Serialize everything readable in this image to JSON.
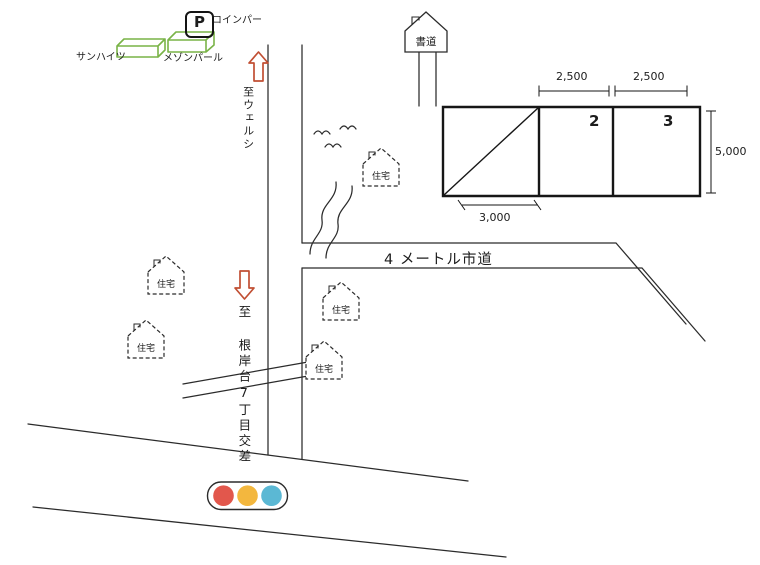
{
  "labels": {
    "parking_p": "P",
    "coin_parking": "コインパー",
    "sun_heights": "サンハイツ",
    "maison_pearl": "メゾンパール",
    "to_welcia": "至ウェルシ",
    "shodo": "書道",
    "house": "住宅",
    "road_4m": "4 メートル市道",
    "to_negishidai": "至 根岸台7丁目交差"
  },
  "lot": {
    "dim_top_left": "2,500",
    "dim_top_right": "2,500",
    "dim_right": "5,000",
    "dim_bottom": "3,000",
    "space2": "2",
    "space3": "3"
  },
  "colors": {
    "building_outline": "#79b347",
    "arrow_outline": "#c14f33",
    "signal_red": "#e2574c",
    "signal_yellow": "#f3b73e",
    "signal_blue": "#5bb8d4",
    "ink": "#2b2b2b"
  }
}
